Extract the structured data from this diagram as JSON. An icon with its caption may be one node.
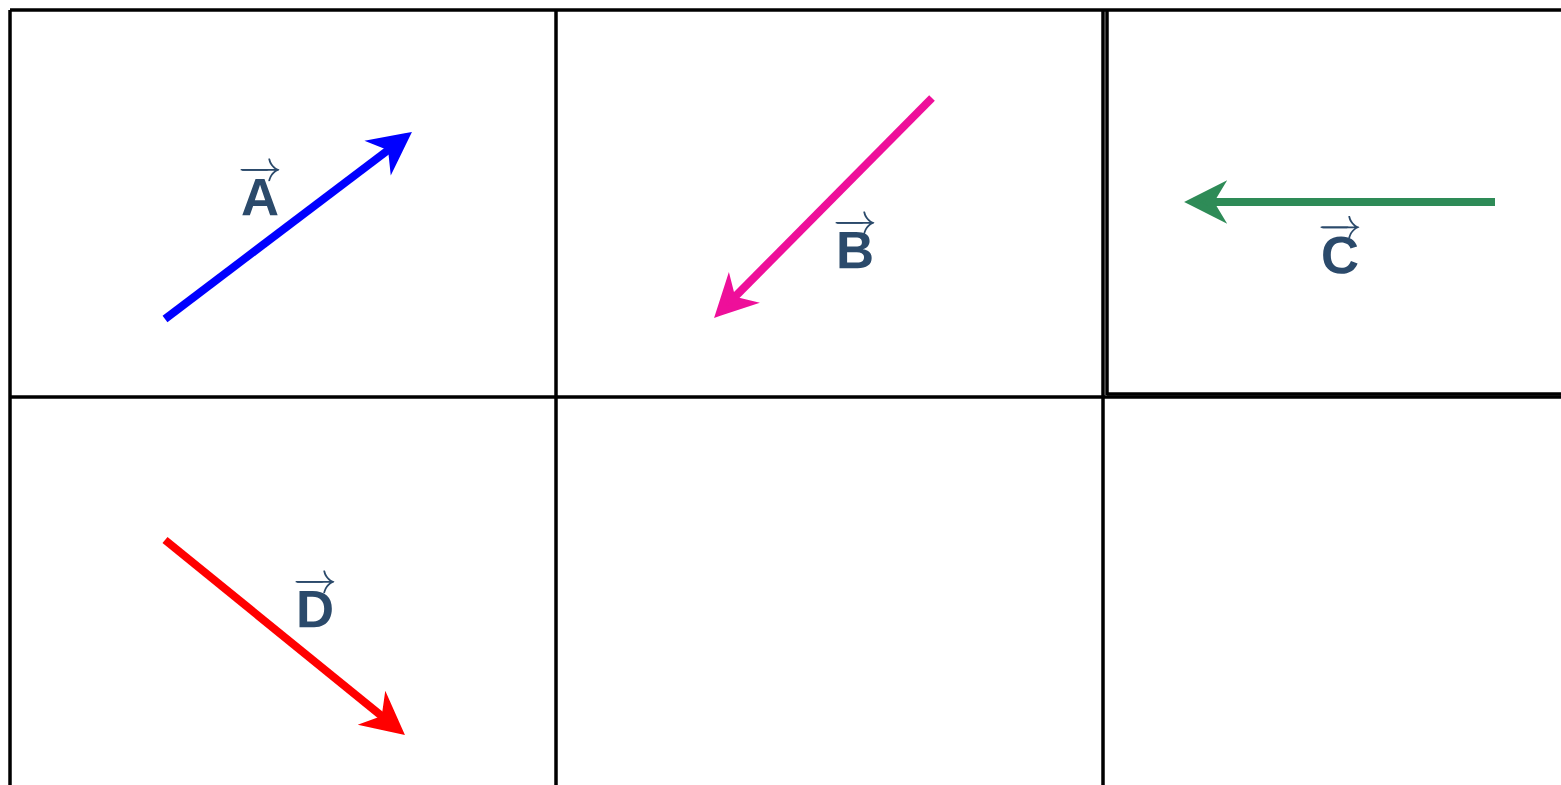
{
  "diagram": {
    "labels": [
      "\\overrightarrow{\\mathbf{A}}",
      "\\overrightarrow{\\mathbf{B}}",
      "\\overrightarrow{\\mathbf{C}}",
      "\\overrightarrow{\\mathbf{D}}"
    ]
  }
}
